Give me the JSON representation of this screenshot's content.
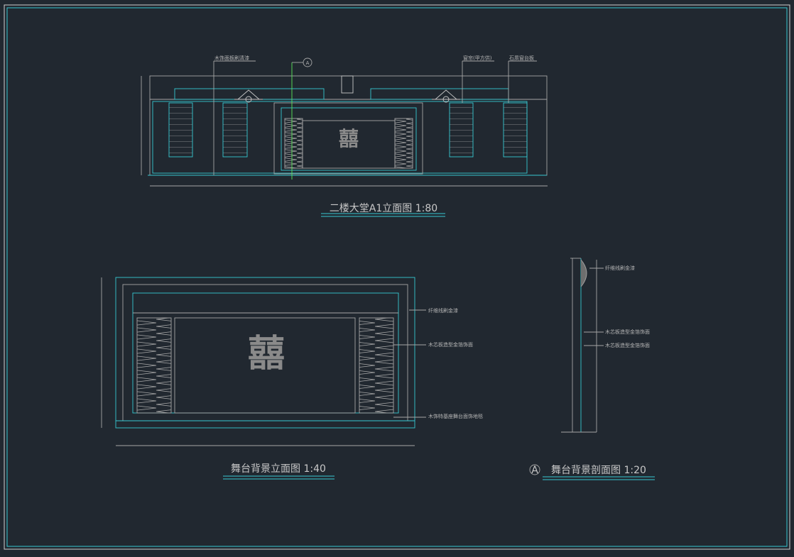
{
  "drawings": {
    "elevation_a1": {
      "title": "二楼大堂A1立面图 1:80",
      "xi": "囍",
      "labels": [
        "木饰面板刷清漆",
        "窗帘(甲方供)",
        "石质窗台板"
      ],
      "section_marker": "A"
    },
    "stage_backdrop": {
      "title": "舞台背景立面图 1:40",
      "xi": "囍",
      "labels": [
        "纤维线刷金漆",
        "木芯板造型金箔饰面",
        "木饰特基座舞台面饰地毯"
      ]
    },
    "stage_section": {
      "marker": "A",
      "title": "舞台背景剖面图 1:20",
      "labels": [
        "纤维线刷金漆",
        "木芯板造型金箔饰面",
        "木芯板造型金箔饰面"
      ]
    }
  },
  "colors": {
    "background": "#212830",
    "cyan": "#37c8d2",
    "line": "#a6a6a6"
  }
}
